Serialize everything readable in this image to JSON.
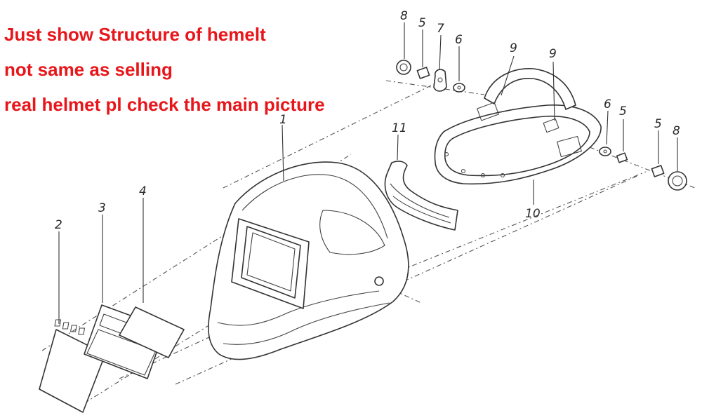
{
  "notice": {
    "line1": "Just show Structure of hemelt",
    "line2": "not same as selling",
    "line3": "real helmet pl check the main picture",
    "color": "#e8161b"
  },
  "callouts": {
    "c1": "1",
    "c2": "2",
    "c3": "3",
    "c4": "4",
    "c5a": "5",
    "c5b": "5",
    "c5c": "5",
    "c6a": "6",
    "c6b": "6",
    "c7": "7",
    "c8a": "8",
    "c8b": "8",
    "c9a": "9",
    "c9b": "9",
    "c10": "10",
    "c11": "11"
  }
}
